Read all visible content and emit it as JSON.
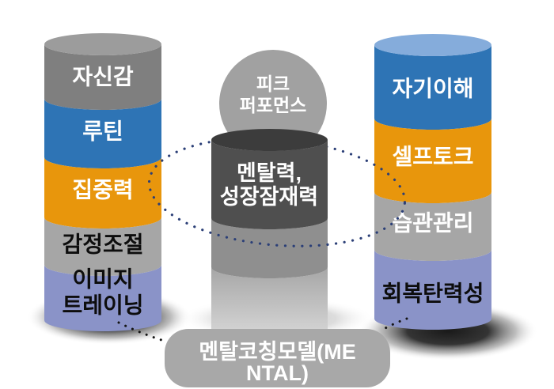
{
  "diagram_title": "멘탈코칭모델(MENTAL)",
  "colors": {
    "background": "#FFFFFF",
    "blue": "#2E74B5",
    "light_blue_top": "#85ACDB",
    "orange": "#E8960C",
    "gray_body": "#7F7F7F",
    "gray_top": "#9C9C9C",
    "silver": "#A6A6A6",
    "periwinkle": "#8A93C8",
    "charcoal_body": "#4F4F4F",
    "charcoal_top": "#3C3C3C",
    "medium_gray": "#8F8F8F",
    "circle_gray": "#A1A1A1",
    "label_gray": "#A8A8A8",
    "dotted_navy": "#2B3F77",
    "dotted_black": "#141414"
  },
  "left_column": {
    "segments": [
      {
        "label": "자신감"
      },
      {
        "label": "루틴"
      },
      {
        "label": "집중력"
      },
      {
        "label": "감정조절"
      },
      {
        "label": "이미지 트레이닝",
        "lines": [
          "이미지",
          "트레이닝"
        ]
      }
    ]
  },
  "right_column": {
    "segments": [
      {
        "label": "자기이해"
      },
      {
        "label": "셀프토크"
      },
      {
        "label": "습관관리"
      },
      {
        "label": "회복탄력성"
      }
    ]
  },
  "center": {
    "peak_circle": {
      "lines": [
        "피크",
        "퍼포먼스"
      ]
    },
    "core_cylinder": {
      "lines": [
        "멘탈력,",
        "성장잠재력"
      ]
    }
  },
  "bottom_label": {
    "lines": [
      "멘탈코칭모델(ME",
      "NTAL)"
    ]
  }
}
